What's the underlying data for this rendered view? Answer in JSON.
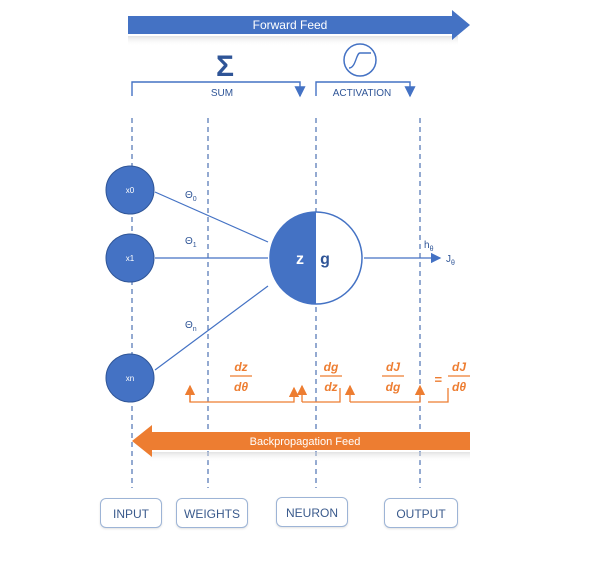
{
  "forward_label": "Forward Feed",
  "backprop_label": "Backpropagation  Feed",
  "sum_symbol": "Σ",
  "sum_label": "SUM",
  "activation_label": "ACTIVATION",
  "inputs": [
    "x0",
    "x1",
    "xn"
  ],
  "weights": [
    {
      "base": "Θ",
      "sub": "0"
    },
    {
      "base": "Θ",
      "sub": "1"
    },
    {
      "base": "Θ",
      "sub": "n"
    }
  ],
  "neuron": {
    "z": "z",
    "g": "g"
  },
  "output": {
    "h": "h",
    "h_sub": "θ",
    "j": "J",
    "j_sub": "θ"
  },
  "gradients": [
    {
      "num": "dz",
      "den": "dθ"
    },
    {
      "num": "dg",
      "den": "dz"
    },
    {
      "num": "dJ",
      "den": "dg"
    },
    {
      "prefix": "=",
      "num": "dJ",
      "den": "dθ"
    }
  ],
  "stages": [
    "INPUT",
    "WEIGHTS",
    "NEURON",
    "OUTPUT"
  ],
  "colors": {
    "blue": "#4472c4",
    "dark_blue": "#2f5597",
    "orange": "#ed7d31",
    "light_blue": "#9db4d6"
  }
}
